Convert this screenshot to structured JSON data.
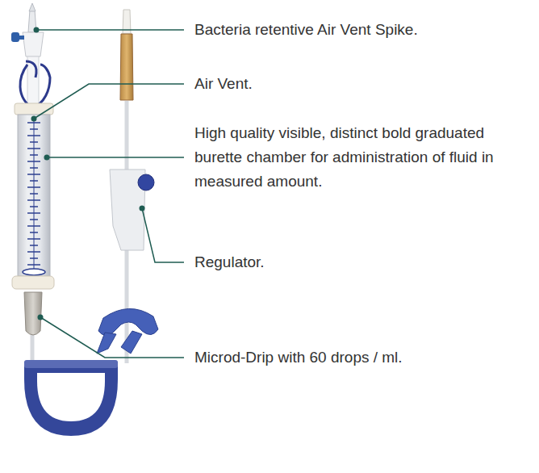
{
  "diagram": {
    "labels": [
      "Bacteria retentive Air Vent Spike.",
      "Air Vent.",
      "High quality visible, distinct bold graduated burette chamber for administration of fluid in measured amount.",
      "Regulator.",
      "Microd-Drip with 60 drops / ml."
    ]
  }
}
